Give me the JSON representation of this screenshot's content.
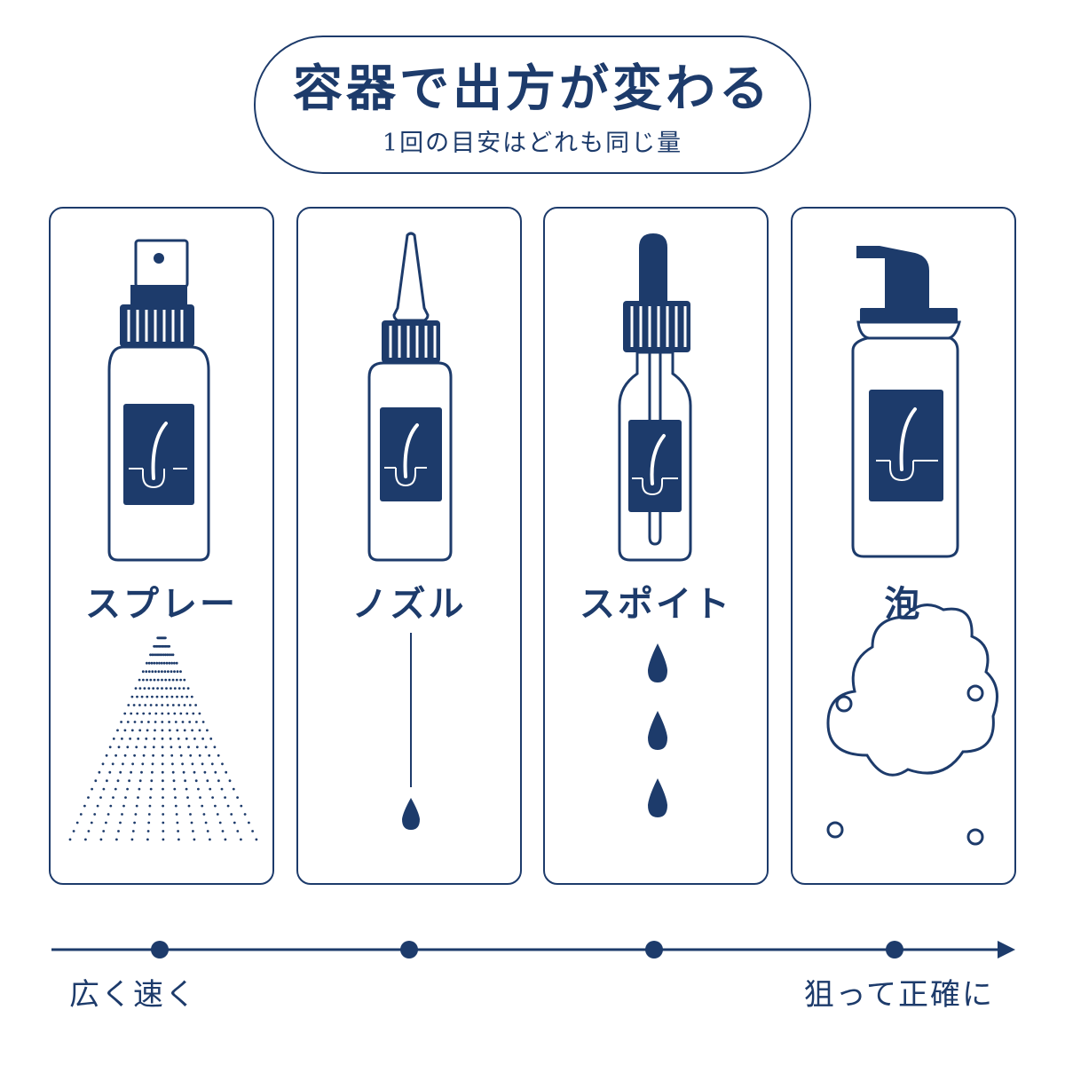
{
  "header": {
    "title": "容器で出方が変わる",
    "subtitle": "1回の目安はどれも同じ量"
  },
  "containers": [
    {
      "label": "スプレー"
    },
    {
      "label": "ノズル"
    },
    {
      "label": "スポイト"
    },
    {
      "label": "泡"
    }
  ],
  "scale": {
    "left_label": "広く速く",
    "right_label": "狙って正確に"
  },
  "colors": {
    "navy": "#1d3b6b",
    "white": "#ffffff"
  }
}
